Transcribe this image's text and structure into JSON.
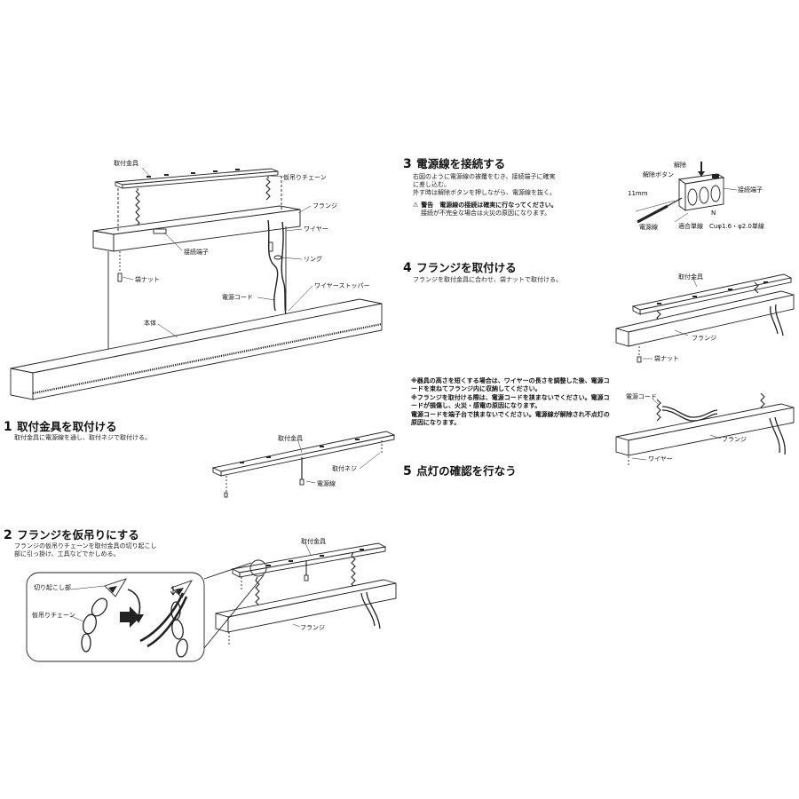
{
  "labels": {
    "toritsuke_kanagu": "取付金具",
    "karitsuri_chain": "仮吊りチェーン",
    "flange": "フランジ",
    "wire": "ワイヤー",
    "setsuzoku_tanshi": "接続端子",
    "ring": "リング",
    "fukuro_nut": "袋ナット",
    "dengen_cord": "電源コード",
    "wire_stopper": "ワイヤーストッパー",
    "hontai": "本体",
    "toritsuke_neji": "取付ネジ",
    "dengensen": "電源線",
    "kirioko_bu": "切り起こし部",
    "kaijo_button": "解除ボタン",
    "kaijo": "解除",
    "mm11": "11mm",
    "tanshi": "接続端子",
    "dengensen2": "電源線",
    "single_wire": "適合単線　Cuφ1.6・φ2.0単線",
    "n_mark": "N"
  },
  "steps": {
    "s1": {
      "num": "1",
      "title": "取付金具を取付ける",
      "desc": "取付金具に電源線を通し、取付ネジで取付ける。"
    },
    "s2": {
      "num": "2",
      "title": "フランジを仮吊りにする",
      "desc1": "フランジの仮吊りチェーンを取付金具の切り起こし",
      "desc2": "部に引っ掛け、工具などでかしめる。"
    },
    "s3": {
      "num": "3",
      "title": "電源線を接続する",
      "desc1": "右図のように電源線の被覆をむき、接続端子に確実",
      "desc2": "に差し込む。",
      "desc3": "外す時は解除ボタンを押しながら、電源線を抜く。"
    },
    "s4": {
      "num": "4",
      "title": "フランジを取付ける",
      "desc": "フランジを取付金具に合わせ、袋ナットで取付ける。"
    },
    "s5": {
      "num": "5",
      "title": "点灯の確認を行なう"
    }
  },
  "warning": {
    "head": "警告　電源線の接続は確実に行なってください。",
    "sub": "接続が不完全な場合は火災の原因になります。"
  },
  "notes": {
    "n1": "※器具の高さを短くする場合は、ワイヤーの長さを調整した後、電源コードを束ねてフランジ内に収納してください。",
    "n2": "※フランジを取付ける際は、電源コードを挟まないでください。電源コードが損傷し、火災・感電の原因になります。",
    "n3": "電源コードを端子台で挟まないでください。電源線が解除され不点灯の原因になります。"
  }
}
